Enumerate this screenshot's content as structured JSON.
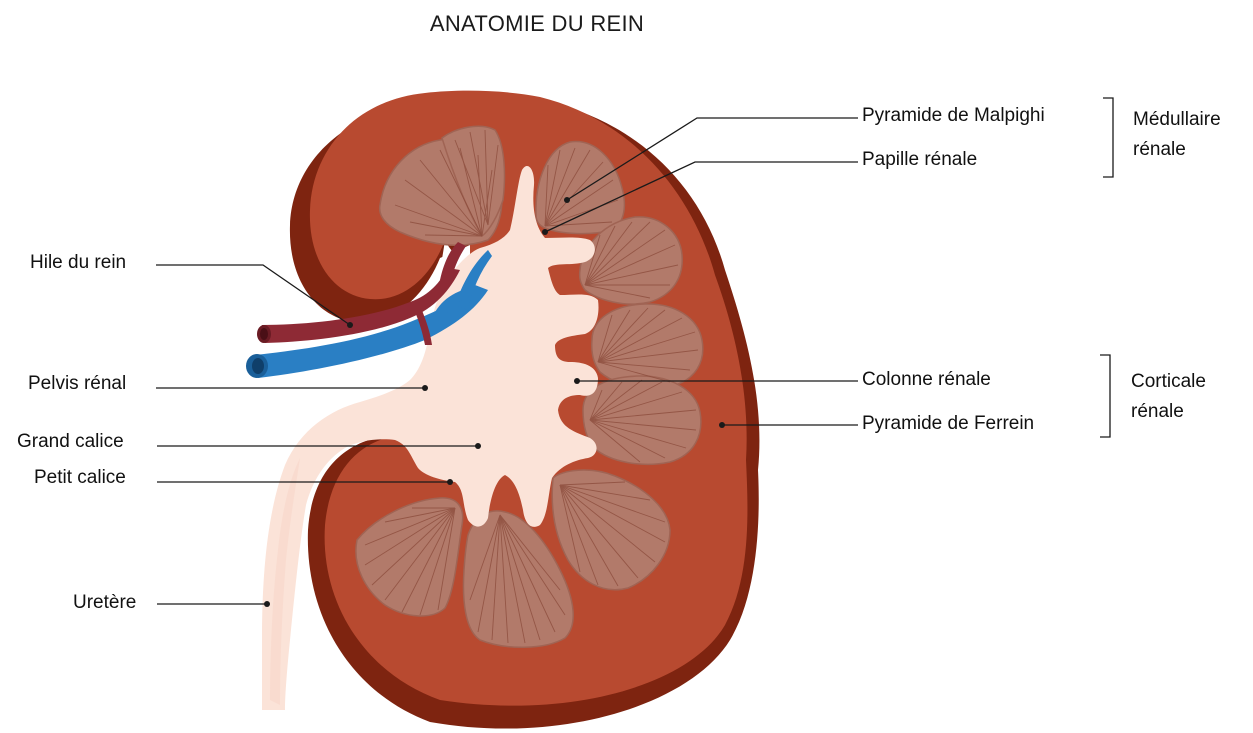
{
  "title": "ANATOMIE DU REIN",
  "labels": {
    "hile": "Hile du rein",
    "pelvis": "Pelvis rénal",
    "grand_calice": "Grand calice",
    "petit_calice": "Petit calice",
    "uretere": "Uretère",
    "pyramide_malpighi": "Pyramide de Malpighi",
    "papille": "Papille rénale",
    "colonne": "Colonne rénale",
    "pyramide_ferrein": "Pyramide de Ferrein"
  },
  "groups": {
    "medullaire_line1": "Médullaire",
    "medullaire_line2": "rénale",
    "corticale_line1": "Corticale",
    "corticale_line2": "rénale"
  },
  "colors": {
    "cortex": "#b84a30",
    "cortex_edge": "#7e2410",
    "medulla_pyramid": "#b27a6a",
    "pelvis": "#fbe3d8",
    "artery": "#8e2a35",
    "vein": "#2a7fc4"
  }
}
